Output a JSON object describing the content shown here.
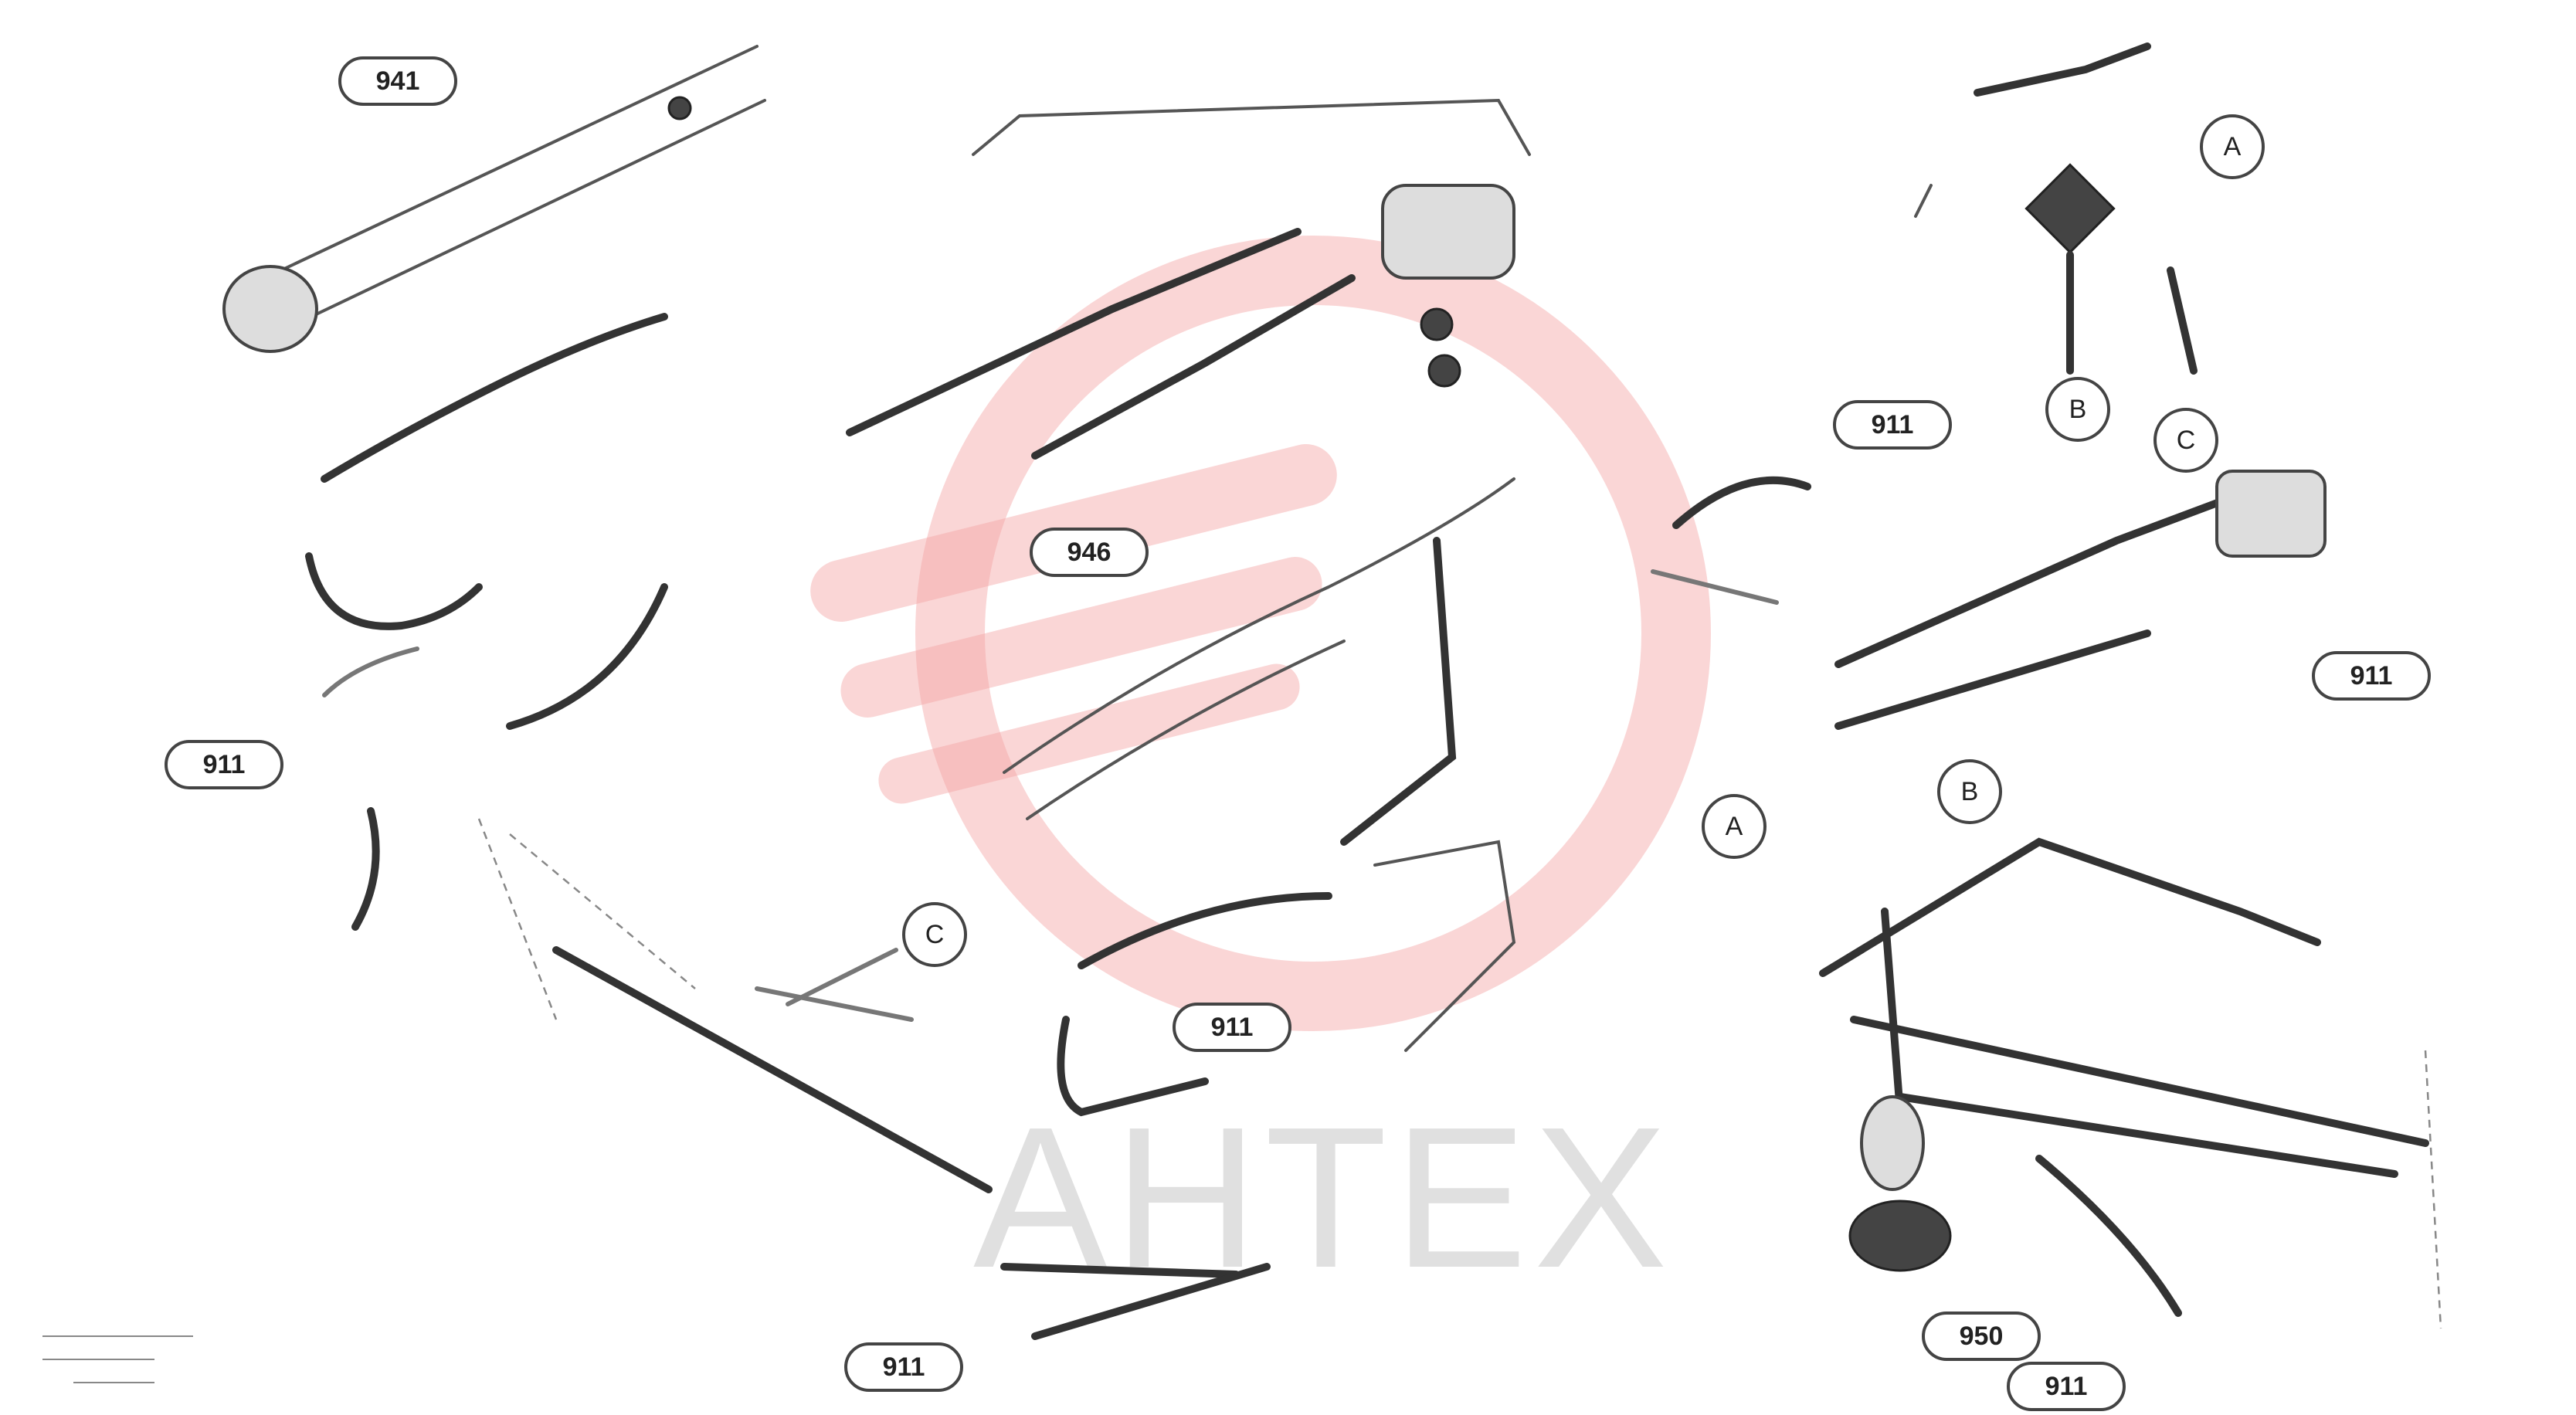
{
  "watermark": {
    "text": "AHTEX",
    "color": "#f3a3a3"
  },
  "callouts": {
    "c1": "941",
    "c2": "911",
    "c3": "946",
    "c4": "911",
    "c5": "911",
    "c6": "911",
    "c7": "911",
    "c8": "911",
    "c9": "950"
  },
  "reference_markers": {
    "r1": "C",
    "r2": "A",
    "r3": "B",
    "r4": "C",
    "r5": "B",
    "r6": "A"
  },
  "footer": {
    "line1": "",
    "line2": ""
  }
}
